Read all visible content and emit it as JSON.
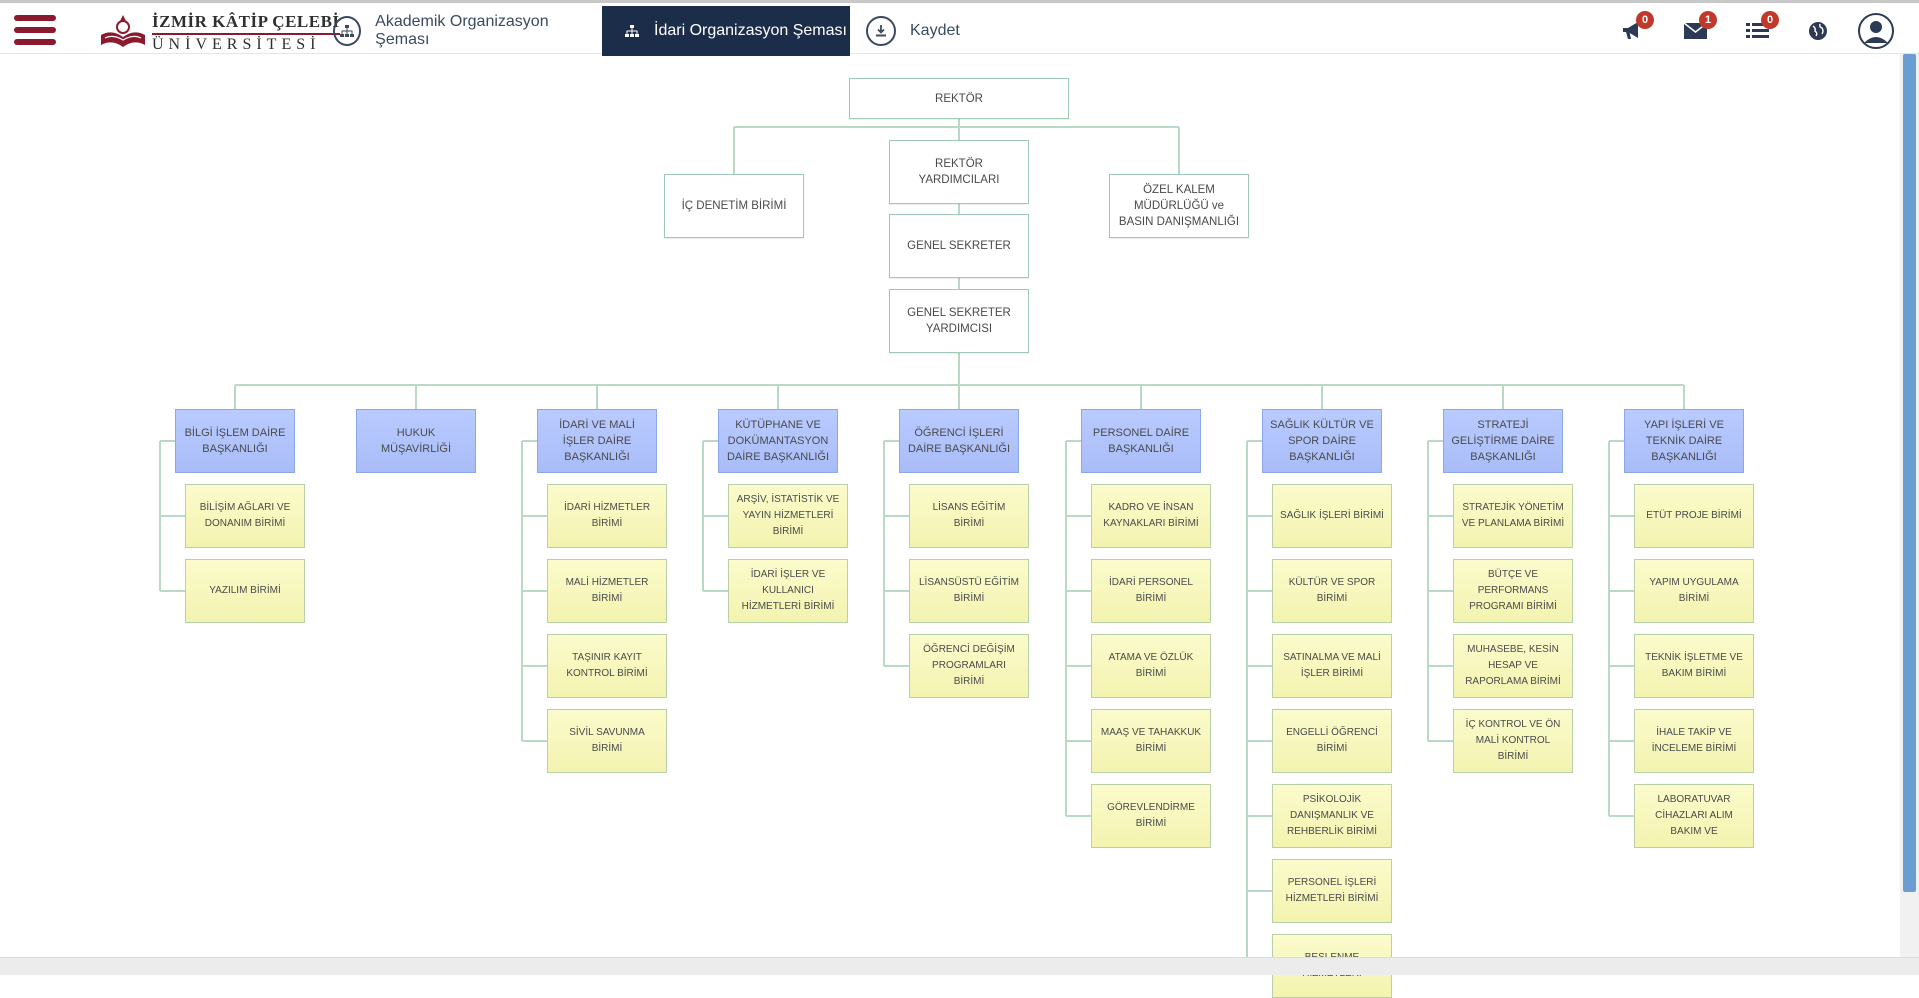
{
  "header": {
    "logo_line1": "İZMİR KÂTİP ÇELEBİ",
    "logo_line2": "ÜNİVERSİTESİ",
    "nav": [
      {
        "label": "Akademik Organizasyon Şeması",
        "icon": "sitemap-icon",
        "active": false
      },
      {
        "label": "İdari Organizasyon Şeması",
        "icon": "sitemap-icon",
        "active": true
      },
      {
        "label": "Kaydet",
        "icon": "download-icon",
        "active": false
      }
    ],
    "announcements_count": "0",
    "messages_count": "1",
    "tasks_count": "0",
    "colors": {
      "brand": "#8b1a2e",
      "active_nav": "#1c2d4a",
      "badge": "#c0392b"
    }
  },
  "chart": {
    "top": {
      "rektor": "REKTÖR",
      "ic_denetim": "İÇ DENETİM BİRİMİ",
      "rektor_yardimcilari": "REKTÖR YARDIMCILARI",
      "ozel_kalem": "ÖZEL KALEM MÜDÜRLÜĞÜ ve BASIN DANIŞMANLIĞI",
      "genel_sekreter": "GENEL SEKRETER",
      "genel_sekreter_yardimcisi": "GENEL SEKRETER YARDIMCISI"
    },
    "departments": [
      {
        "name": "BİLGİ İŞLEM DAİRE BAŞKANLIĞI",
        "units": [
          "BİLİŞİM AĞLARI VE DONANIM BİRİMİ",
          "YAZILIM BİRİMİ"
        ]
      },
      {
        "name": "HUKUK MÜŞAVİRLİĞİ",
        "units": []
      },
      {
        "name": "İDARİ VE MALİ İŞLER DAİRE BAŞKANLIĞI",
        "units": [
          "İDARİ HİZMETLER BİRİMİ",
          "MALİ HİZMETLER BİRİMİ",
          "TAŞINIR KAYIT KONTROL BİRİMİ",
          "SİVİL SAVUNMA BİRİMİ"
        ]
      },
      {
        "name": "KÜTÜPHANE VE DOKÜMANTASYON DAİRE BAŞKANLIĞI",
        "units": [
          "ARŞİV, İSTATİSTİK VE YAYIN HİZMETLERİ BİRİMİ",
          "İDARİ İŞLER VE KULLANICI HİZMETLERİ BİRİMİ"
        ]
      },
      {
        "name": "ÖĞRENCİ İŞLERİ DAİRE BAŞKANLIĞI",
        "units": [
          "LİSANS EĞİTİM BİRİMİ",
          "LİSANSÜSTÜ EĞİTİM BİRİMİ",
          "ÖĞRENCİ DEĞİŞİM PROGRAMLARI BİRİMİ"
        ]
      },
      {
        "name": "PERSONEL DAİRE BAŞKANLIĞI",
        "units": [
          "KADRO VE İNSAN KAYNAKLARI BİRİMİ",
          "İDARİ PERSONEL BİRİMİ",
          "ATAMA VE ÖZLÜK BİRİMİ",
          "MAAŞ VE TAHAKKUK BİRİMİ",
          "GÖREVLENDİRME BİRİMİ"
        ]
      },
      {
        "name": "SAĞLIK KÜLTÜR VE SPOR DAİRE BAŞKANLIĞI",
        "units": [
          "SAĞLIK İŞLERİ BİRİMİ",
          "KÜLTÜR VE SPOR BİRİMİ",
          "SATINALMA VE MALİ İŞLER BİRİMİ",
          "ENGELLİ ÖĞRENCİ BİRİMİ",
          "PSİKOLOJİK DANIŞMANLIK VE REHBERLİK BİRİMİ",
          "PERSONEL İŞLERİ HİZMETLERİ BİRİMİ",
          "BESLENME HİZMETLERİ"
        ]
      },
      {
        "name": "STRATEJİ GELİŞTİRME DAİRE BAŞKANLIĞI",
        "units": [
          "STRATEJİK YÖNETİM VE PLANLAMA BİRİMİ",
          "BÜTÇE VE PERFORMANS PROGRAMI BİRİMİ",
          "MUHASEBE, KESİN HESAP VE RAPORLAMA BİRİMİ",
          "İÇ KONTROL VE ÖN MALİ KONTROL BİRİMİ"
        ]
      },
      {
        "name": "YAPI İŞLERİ VE TEKNİK DAİRE BAŞKANLIĞI",
        "units": [
          "ETÜT PROJE BİRİMİ",
          "YAPIM UYGULAMA BİRİMİ",
          "TEKNİK İŞLETME VE BAKIM BİRİMİ",
          "İHALE TAKİP VE İNCELEME BİRİMİ",
          "LABORATUVAR CİHAZLARI ALIM BAKIM VE"
        ]
      }
    ],
    "colors": {
      "department_fill": "#b1c4fb",
      "unit_fill": "#f7f7be",
      "connector": "#b9d9c6",
      "box_border": "#9fc8b5"
    }
  }
}
